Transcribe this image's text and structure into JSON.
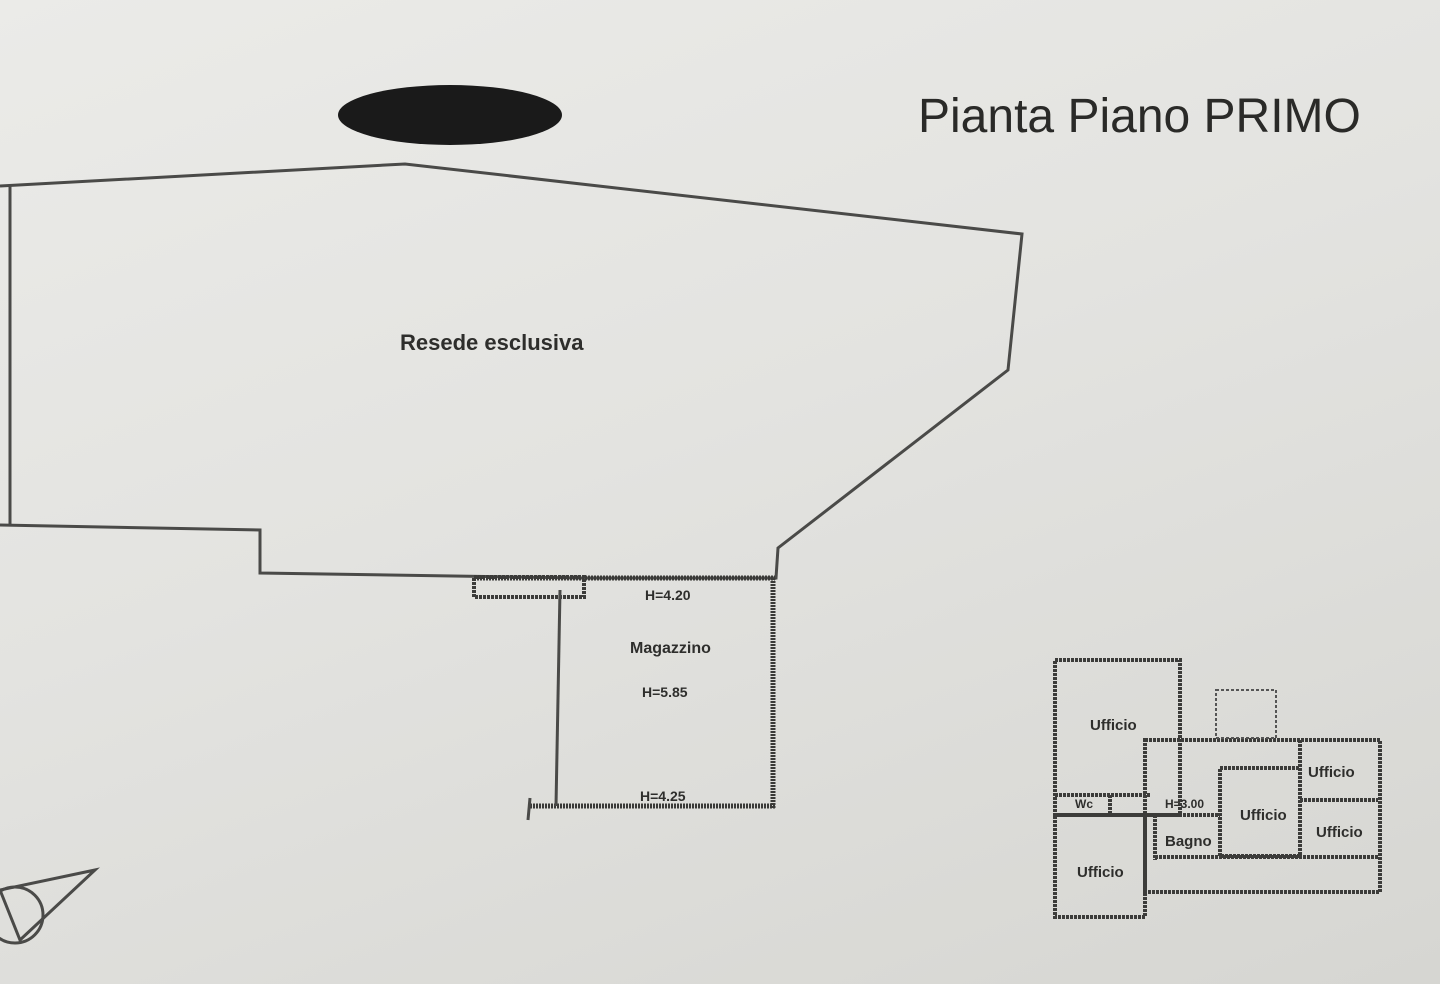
{
  "title": "Pianta Piano PRIMO",
  "colors": {
    "ink": "#2e2e2c",
    "paper": "#e6e6e3",
    "redaction": "#1a1a1a"
  },
  "main_plan": {
    "resede_label": "Resede esclusiva",
    "magazzino": {
      "label": "Magazzino",
      "height_top": "H=4.20",
      "height_center": "H=5.85",
      "height_bottom": "H=4.25"
    }
  },
  "key_plan": {
    "rooms": [
      "Ufficio",
      "Ufficio",
      "Ufficio",
      "Ufficio",
      "Ufficio"
    ],
    "wc_label": "Wc",
    "height_label": "H=3.00",
    "bagno_label": "Bagno"
  }
}
